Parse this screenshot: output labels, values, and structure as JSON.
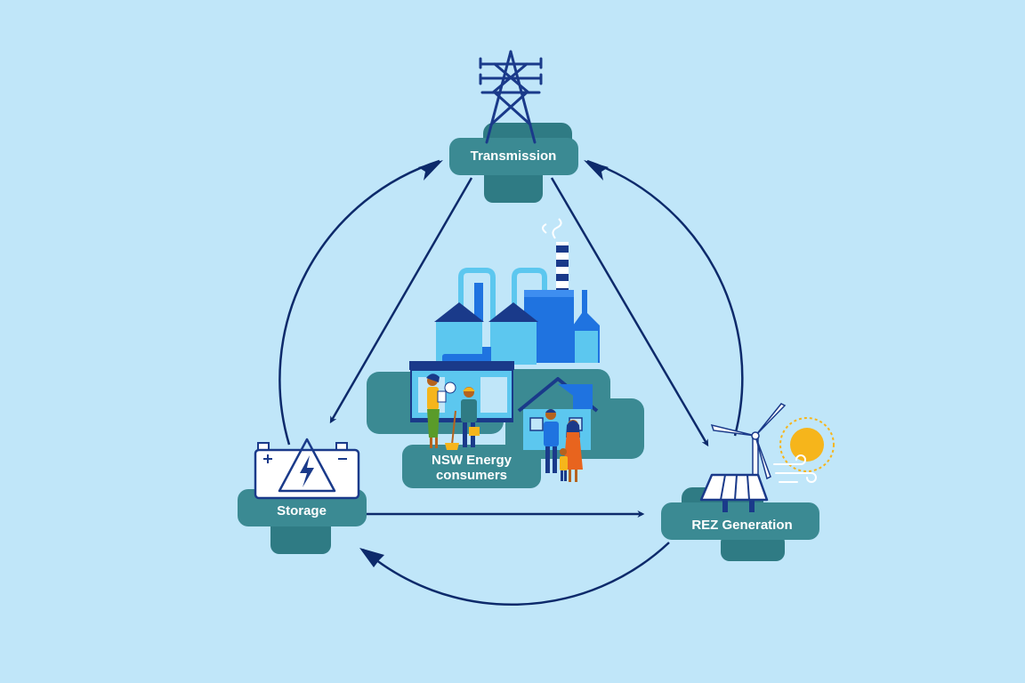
{
  "diagram": {
    "nodes": {
      "transmission": {
        "label": "Transmission",
        "icon": "transmission-tower-icon"
      },
      "storage": {
        "label": "Storage",
        "icon": "battery-icon"
      },
      "rez_generation": {
        "label": "REZ Generation",
        "icon": "solar-wind-icon"
      },
      "consumers": {
        "line1": "NSW Energy",
        "line2": "consumers",
        "icon": "industry-homes-people-icon"
      }
    },
    "edges": [
      {
        "from": "storage",
        "to": "transmission"
      },
      {
        "from": "rez_generation",
        "to": "transmission"
      },
      {
        "from": "rez_generation",
        "to": "storage"
      },
      {
        "from": "storage",
        "to": "rez_generation"
      },
      {
        "from": "transmission",
        "to": "storage"
      },
      {
        "from": "transmission",
        "to": "rez_generation"
      }
    ]
  },
  "colors": {
    "background": "#c0e6f9",
    "arrow": "#0d2a6b",
    "label_box": "#3b8a93",
    "label_box_shadow": "#2f7b84",
    "building_light": "#5cc7ef",
    "building_mid": "#1f73e0",
    "navy": "#1a3a8a",
    "sun": "#f6b51b",
    "person_orange": "#e8641e"
  }
}
